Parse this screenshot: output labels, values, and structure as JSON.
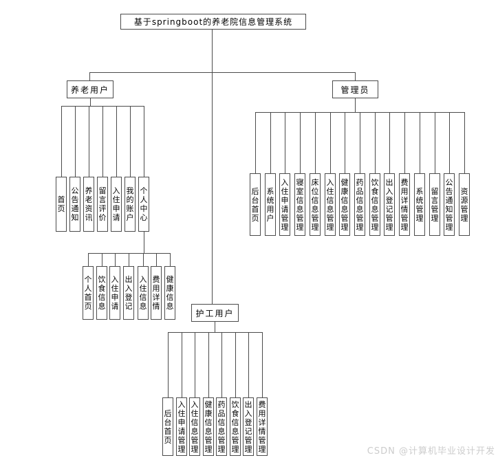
{
  "root": {
    "label": "基于springboot的养老院信息管理系统"
  },
  "elder": {
    "label": "养老用户",
    "children": [
      "首页",
      "公告通知",
      "养老资讯",
      "留言评价",
      "入住申请",
      "我的账户",
      "个人中心"
    ]
  },
  "personal_center": {
    "children": [
      "个人首页",
      "饮食信息",
      "入住申请",
      "出入登记",
      "入住信息",
      "费用详情",
      "健康信息"
    ]
  },
  "admin": {
    "label": "管理员",
    "children": [
      "后台首页",
      "系统用户",
      "入住申请管理",
      "寝室信息管理",
      "床位信息管理",
      "入住信息管理",
      "健康信息管理",
      "药品信息管理",
      "饮食信息管理",
      "出入登记管理",
      "费用详情管理",
      "系统管理",
      "留言管理",
      "公告通知管理",
      "资源管理"
    ]
  },
  "caregiver": {
    "label": "护工用户",
    "children": [
      "后台首页",
      "入住申请管理",
      "入住信息管理",
      "健康信息管理",
      "药品信息管理",
      "饮食信息管理",
      "出入登记管理",
      "费用详情管理"
    ]
  },
  "watermark": "CSDN @计算机毕业设计开发",
  "colors": {
    "line": "#4a4a4a",
    "border": "#4a4a4a",
    "watermark": "#cccccc",
    "background": "#ffffff",
    "text": "#000000"
  }
}
